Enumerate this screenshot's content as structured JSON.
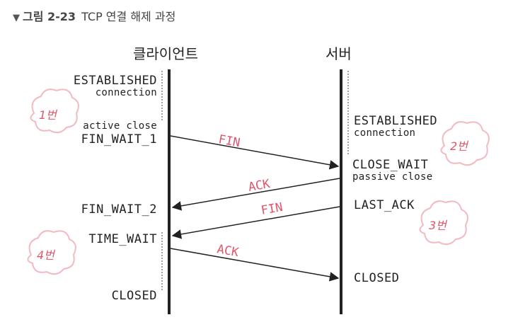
{
  "caption": {
    "number": "그림 2-23",
    "title": "TCP 연결 해제 과정"
  },
  "client": {
    "header": "클라이언트",
    "established": "ESTABLISHED",
    "connection": "connection",
    "active_close": "active close",
    "fin_wait_1": "FIN_WAIT_1",
    "fin_wait_2": "FIN_WAIT_2",
    "time_wait": "TIME_WAIT",
    "closed": "CLOSED"
  },
  "server": {
    "header": "서버",
    "established": "ESTABLISHED",
    "connection": "connection",
    "close_wait": "CLOSE_WAIT",
    "passive_close": "passive close",
    "last_ack": "LAST_ACK",
    "closed": "CLOSED"
  },
  "messages": [
    {
      "label": "FIN",
      "from": "client",
      "to": "server"
    },
    {
      "label": "ACK",
      "from": "server",
      "to": "client"
    },
    {
      "label": "FIN",
      "from": "server",
      "to": "client"
    },
    {
      "label": "ACK",
      "from": "client",
      "to": "server"
    }
  ],
  "badges": [
    "1번",
    "2번",
    "3번",
    "4번"
  ],
  "colors": {
    "accent": "#e0566a",
    "line": "#222222",
    "badge_border": "#f2b9c2"
  }
}
